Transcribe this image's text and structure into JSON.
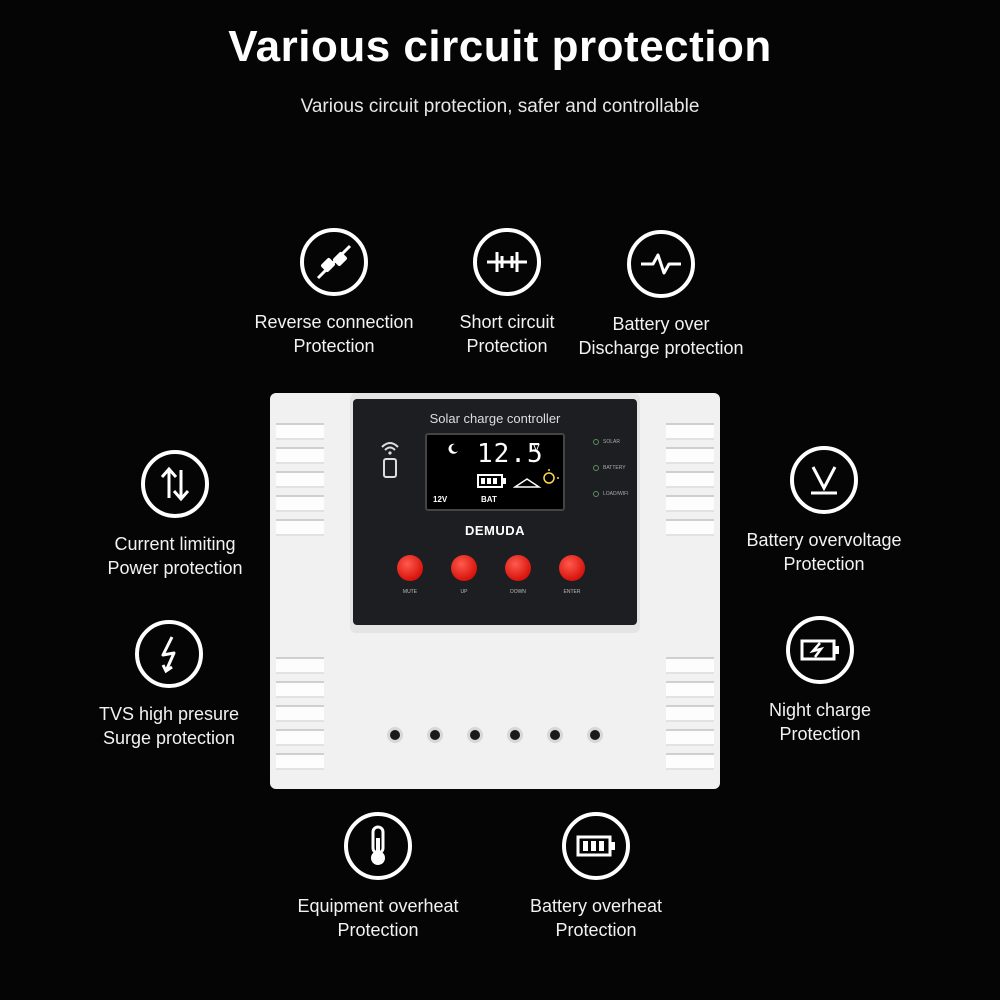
{
  "title": "Various circuit protection",
  "subtitle": "Various circuit protection, safer and controllable",
  "features": {
    "reverse": {
      "icon": "plug-icon",
      "line1": "Reverse connection",
      "line2": "Protection"
    },
    "short": {
      "icon": "short-circuit-icon",
      "line1": "Short circuit",
      "line2": "Protection"
    },
    "discharge": {
      "icon": "pulse-wave-icon",
      "line1": "Battery over",
      "line2": "Discharge protection"
    },
    "current": {
      "icon": "up-down-arrows-icon",
      "line1": "Current limiting",
      "line2": "Power protection"
    },
    "overvoltage": {
      "icon": "voltage-icon",
      "line1": "Battery overvoltage",
      "line2": "Protection"
    },
    "tvs": {
      "icon": "lightning-icon",
      "line1": "TVS high presure",
      "line2": "Surge protection"
    },
    "night": {
      "icon": "battery-charge-icon",
      "line1": "Night charge",
      "line2": "Protection"
    },
    "equipment": {
      "icon": "thermometer-icon",
      "line1": "Equipment overheat",
      "line2": "Protection"
    },
    "battery_heat": {
      "icon": "battery-icon",
      "line1": "Battery overheat",
      "line2": "Protection"
    }
  },
  "device": {
    "panel_title": "Solar charge controller",
    "lcd_voltage": "12.5",
    "lcd_unit": "V",
    "lcd_system": "12V",
    "lcd_bat": "BAT",
    "leds": [
      "SOLAR",
      "BATTERY",
      "LOAD/WIFI"
    ],
    "brand": "DEMUDA",
    "buttons": [
      "MUTE",
      "UP",
      "DOWN",
      "ENTER"
    ],
    "accent_color": "#e3160e"
  }
}
